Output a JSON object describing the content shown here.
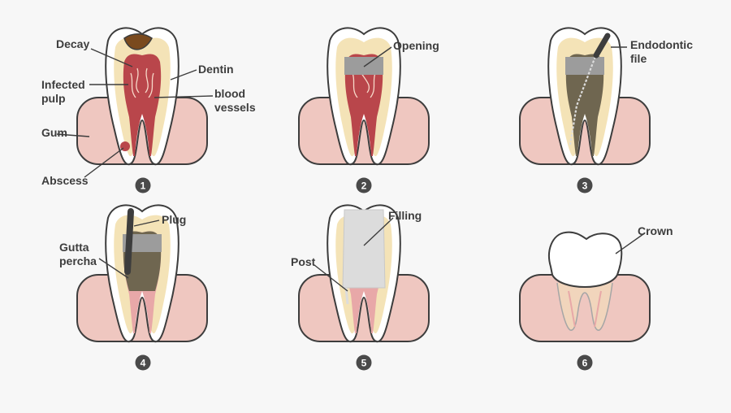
{
  "labels": {
    "decay": "Decay",
    "dentin": "Dentin",
    "infected_pulp_1": "Infected",
    "infected_pulp_2": "pulp",
    "blood_vessels_1": "blood",
    "blood_vessels_2": "vessels",
    "gum": "Gum",
    "abscess": "Abscess",
    "opening": "Opening",
    "endodontic_file_1": "Endodontic",
    "endodontic_file_2": "file",
    "plug": "Plug",
    "gutta_percha_1": "Gutta",
    "gutta_percha_2": "percha",
    "filling": "Filling",
    "post": "Post",
    "crown": "Crown"
  },
  "steps": [
    "1",
    "2",
    "3",
    "4",
    "5",
    "6"
  ],
  "colors": {
    "gum": "#efc7c0",
    "gum_outline": "#3d3d3d",
    "enamel": "#ffffff",
    "dentin": "#f4e3b7",
    "pulp_infected": "#b9464b",
    "decay": "#7a4a1e",
    "opening": "#9c9c9c",
    "cleaned_canal": "#6f6650",
    "gutta_percha": "#e8a8a8",
    "filling": "#dcdcdc",
    "badge": "#4a4a4a"
  }
}
